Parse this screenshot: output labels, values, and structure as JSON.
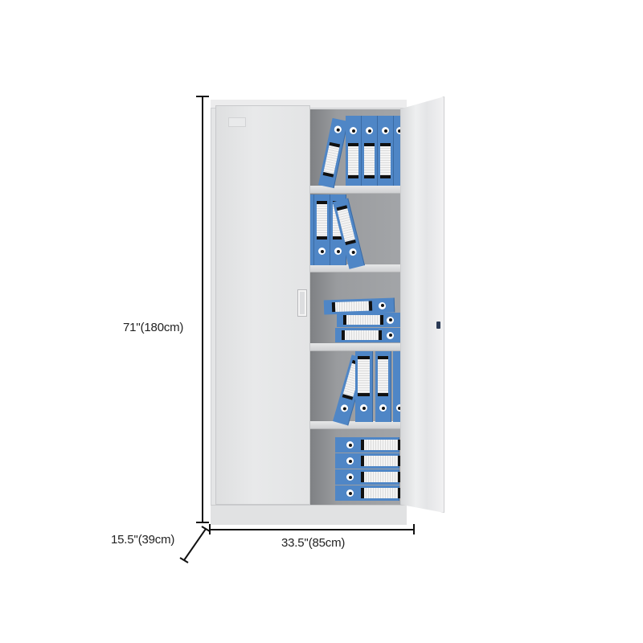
{
  "product": {
    "name": "metal filing cabinet",
    "color": "#e4e5e6",
    "binder_color": "#4f86c6",
    "shelves": 5,
    "doors": 2
  },
  "dimensions": {
    "height": {
      "label": "71''(180cm)",
      "inches": 71,
      "cm": 180
    },
    "width": {
      "label": "33.5''(85cm)",
      "inches": 33.5,
      "cm": 85
    },
    "depth": {
      "label": "15.5''(39cm)",
      "inches": 15.5,
      "cm": 39
    }
  }
}
